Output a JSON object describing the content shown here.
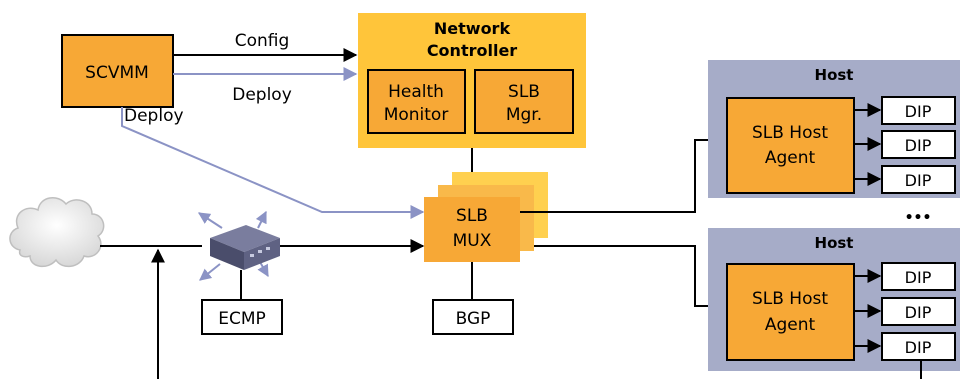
{
  "scvmm": {
    "label": "SCVMM"
  },
  "edges": {
    "config": "Config",
    "deploy_to_controller": "Deploy",
    "deploy_to_mux": "Deploy"
  },
  "network_controller": {
    "title_line1": "Network",
    "title_line2": "Controller",
    "health_monitor_line1": "Health",
    "health_monitor_line2": "Monitor",
    "slb_mgr_line1": "SLB",
    "slb_mgr_line2": "Mgr."
  },
  "slb_mux": {
    "line1": "SLB",
    "line2": "MUX",
    "bgp_label": "BGP"
  },
  "router": {
    "ecmp_label": "ECMP"
  },
  "hosts": [
    {
      "title": "Host",
      "agent_line1": "SLB Host",
      "agent_line2": "Agent",
      "dips": [
        "DIP",
        "DIP",
        "DIP"
      ]
    },
    {
      "title": "Host",
      "agent_line1": "SLB Host",
      "agent_line2": "Agent",
      "dips": [
        "DIP",
        "DIP",
        "DIP"
      ]
    }
  ],
  "ellipsis": "•••",
  "colors": {
    "orange": "#f7a836",
    "orange_light": "#ffd04f",
    "controller_bg": "#ffc53a",
    "host_bg": "#a6acc8",
    "deploy_arrow": "#8b93c5",
    "black": "#000000"
  },
  "icons": {
    "internet": "cloud-icon",
    "router": "router-icon"
  }
}
